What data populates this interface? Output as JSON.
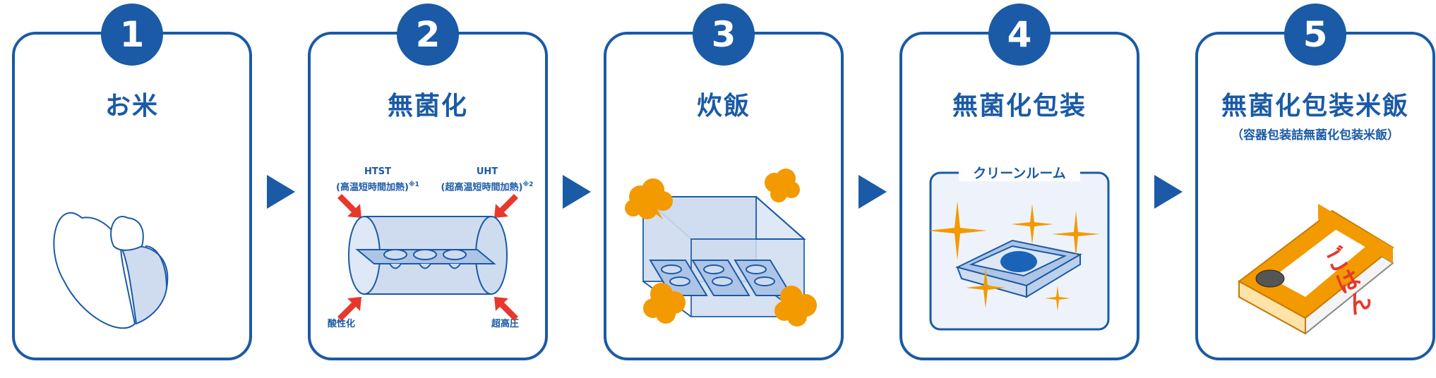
{
  "steps": [
    {
      "number": "1",
      "title": "お米"
    },
    {
      "number": "2",
      "title": "無菌化",
      "labels": {
        "htst": "HTST",
        "htst_sub": "(高温短時間加熱)",
        "htst_note": "※1",
        "uht": "UHT",
        "uht_sub": "(超高温短時間加熱)",
        "uht_note": "※2",
        "oxidation": "酸性化",
        "pressure": "超高圧"
      }
    },
    {
      "number": "3",
      "title": "炊飯"
    },
    {
      "number": "4",
      "title": "無菌化包装",
      "room_label": "クリーンルーム"
    },
    {
      "number": "5",
      "title": "無菌化包装米飯",
      "subtitle": "（容器包装詰無菌化包装米飯）",
      "package_text": "ごはん"
    }
  ],
  "colors": {
    "primary": "#1a5aa6",
    "accent_orange": "#f39a00",
    "light_blue": "#cfdcf0",
    "red": "#e8382b"
  },
  "icons": [
    "arrow-right-icon",
    "rice-grain-icon",
    "sterilization-cylinder-icon",
    "cooking-box-icon",
    "clean-room-icon",
    "rice-package-icon"
  ]
}
